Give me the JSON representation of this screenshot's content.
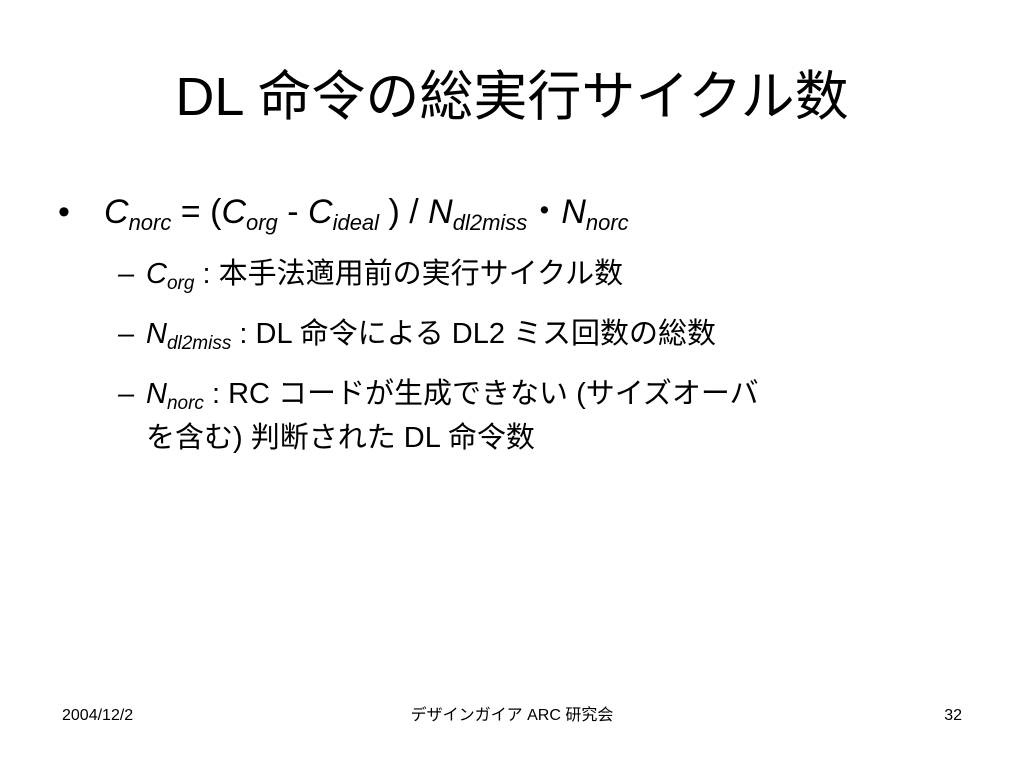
{
  "title": "DL 命令の総実行サイクル数",
  "formula": {
    "bullet": "•",
    "lhs_var": "C",
    "lhs_sub": "norc",
    "eq": " = (",
    "c_org_var": "C",
    "c_org_sub": "org",
    "minus": " - ",
    "c_ideal_var": "C",
    "c_ideal_sub": "ideal",
    "div": " ) / ",
    "n_miss_var": "N",
    "n_miss_sub": "dl2miss",
    "dot": "・",
    "n_norc_var": "N",
    "n_norc_sub": "norc"
  },
  "definitions": [
    {
      "dash": "–",
      "var": "C",
      "sub": "org",
      "text": " : 本手法適用前の実行サイクル数"
    },
    {
      "dash": "–",
      "var": "N",
      "sub": "dl2miss",
      "text": " : DL 命令による DL2 ミス回数の総数"
    },
    {
      "dash": "–",
      "var": "N",
      "sub": "norc",
      "text": " : RC コードが生成できない (サイズオーバ",
      "continuation": "を含む) 判断された DL 命令数"
    }
  ],
  "footer": {
    "date": "2004/12/2",
    "center": "デザインガイア ARC 研究会",
    "page": "32"
  }
}
